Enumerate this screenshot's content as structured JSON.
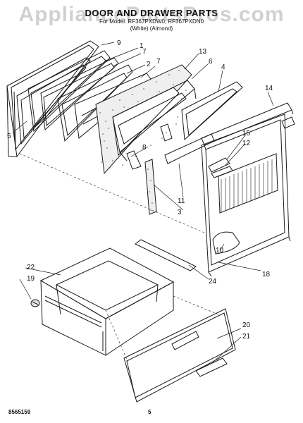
{
  "watermark": "AppliancePartsPros.com",
  "header": {
    "title": "DOOR AND DRAWER PARTS",
    "models": "For Model: RF367PXDW0, RF367PXDN0",
    "colors": "(White)       (Almond)"
  },
  "footer": {
    "code": "8565159",
    "page": "5"
  },
  "callouts": [
    "9",
    "1",
    "7",
    "2",
    "7",
    "13",
    "6",
    "4",
    "5",
    "14",
    "15",
    "12",
    "8",
    "11",
    "3",
    "10",
    "18",
    "22",
    "19",
    "24",
    "20",
    "21"
  ],
  "colors": {
    "line": "#1a1a1a",
    "speckle": "#555555",
    "fill": "#ffffff"
  }
}
